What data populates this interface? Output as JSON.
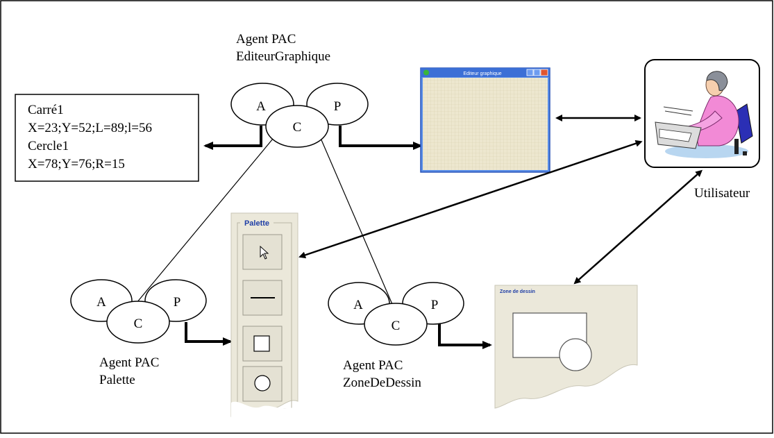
{
  "agents": {
    "main": {
      "title_line1": "Agent PAC",
      "title_line2": "EditeurGraphique",
      "a": "A",
      "c": "C",
      "p": "P"
    },
    "palette": {
      "title_line1": "Agent PAC",
      "title_line2": "Palette",
      "a": "A",
      "c": "C",
      "p": "P"
    },
    "zone": {
      "title_line1": "Agent PAC",
      "title_line2": "ZoneDeDessin",
      "a": "A",
      "c": "C",
      "p": "P"
    }
  },
  "abstraction_box": {
    "lines": [
      "Carré1",
      "X=23;Y=52;L=89;l=56",
      "Cercle1",
      "X=78;Y=76;R=15"
    ]
  },
  "editor_window": {
    "title": "Editeur graphique"
  },
  "palette_panel": {
    "title": "Palette",
    "tools": [
      "pointer-icon",
      "line-icon",
      "square-icon",
      "circle-icon"
    ]
  },
  "zone_panel": {
    "title": "Zone de dessin"
  },
  "user": {
    "label": "Utilisateur"
  },
  "colors": {
    "editor_titlebar": "#5a8ee8",
    "editor_canvas": "#ede7cf",
    "palette_title": "#1f3ea6",
    "panel_bg": "#ebe8da"
  }
}
